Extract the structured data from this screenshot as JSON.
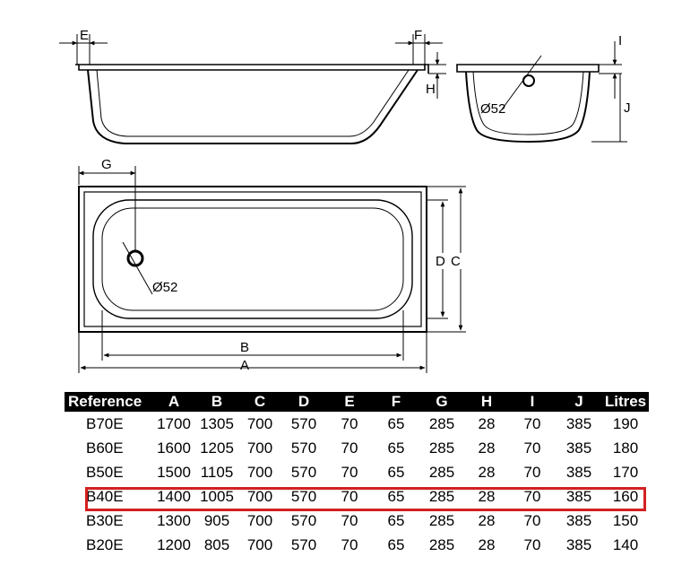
{
  "drawing": {
    "side_view": {
      "labels": {
        "E": "E",
        "F": "F",
        "H": "H"
      }
    },
    "end_view": {
      "labels": {
        "I": "I",
        "J": "J",
        "drain": "Ø52"
      }
    },
    "plan_view": {
      "labels": {
        "G": "G",
        "D": "D",
        "C": "C",
        "B": "B",
        "A": "A",
        "drain": "Ø52"
      }
    }
  },
  "table": {
    "columns": [
      "Reference",
      "A",
      "B",
      "C",
      "D",
      "E",
      "F",
      "G",
      "H",
      "I",
      "J",
      "Litres"
    ],
    "rows": [
      [
        "B70E",
        "1700",
        "1305",
        "700",
        "570",
        "70",
        "65",
        "285",
        "28",
        "70",
        "385",
        "190"
      ],
      [
        "B60E",
        "1600",
        "1205",
        "700",
        "570",
        "70",
        "65",
        "285",
        "28",
        "70",
        "385",
        "180"
      ],
      [
        "B50E",
        "1500",
        "1105",
        "700",
        "570",
        "70",
        "65",
        "285",
        "28",
        "70",
        "385",
        "170"
      ],
      [
        "B40E",
        "1400",
        "1005",
        "700",
        "570",
        "70",
        "65",
        "285",
        "28",
        "70",
        "385",
        "160"
      ],
      [
        "B30E",
        "1300",
        "905",
        "700",
        "570",
        "70",
        "65",
        "285",
        "28",
        "70",
        "385",
        "150"
      ],
      [
        "B20E",
        "1200",
        "805",
        "700",
        "570",
        "70",
        "65",
        "285",
        "28",
        "70",
        "385",
        "140"
      ]
    ],
    "highlighted_reference": "B40E",
    "highlight_color": "#d42020"
  }
}
